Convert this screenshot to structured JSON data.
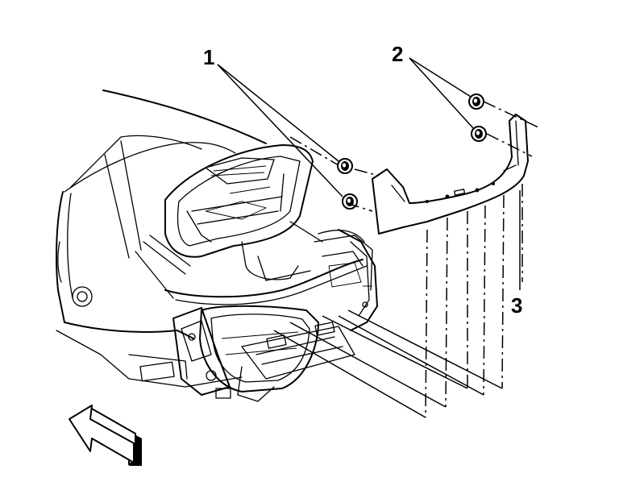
{
  "diagram": {
    "callouts": [
      {
        "id": "1",
        "label": "1",
        "refers_to": "nut-pair-left"
      },
      {
        "id": "2",
        "label": "2",
        "refers_to": "nut-pair-right"
      },
      {
        "id": "3",
        "label": "3",
        "refers_to": "bracket"
      }
    ],
    "icons": [
      "front-direction-arrow-icon",
      "nut-icon"
    ]
  }
}
